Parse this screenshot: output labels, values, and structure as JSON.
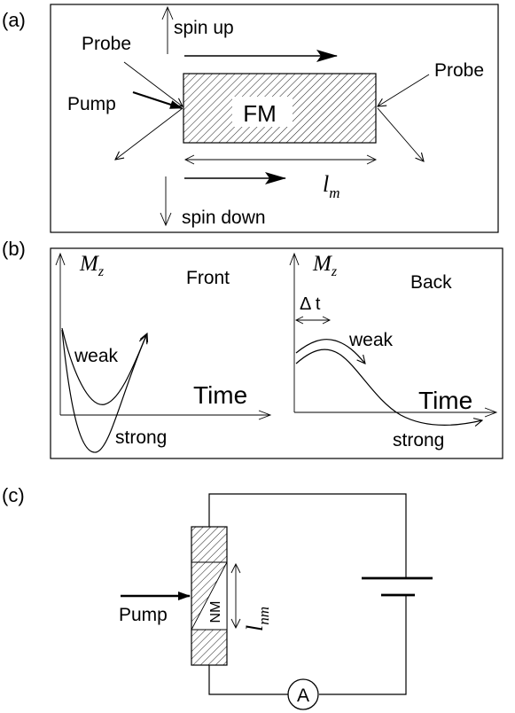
{
  "panels": {
    "a": {
      "tag": "(a)",
      "spin_up": "spin up",
      "spin_down": "spin down",
      "probe_left": "Probe",
      "probe_right": "Probe",
      "pump": "Pump",
      "block": "FM",
      "length_symbol": "l",
      "length_sub": "m"
    },
    "b": {
      "tag": "(b)",
      "front": {
        "axis_symbol": "M",
        "axis_sub": "z",
        "title": "Front",
        "weak": "weak",
        "strong": "strong",
        "time": "Time"
      },
      "back": {
        "axis_symbol": "M",
        "axis_sub": "z",
        "title": "Back",
        "delay": "Δ t",
        "weak": "weak",
        "strong": "strong",
        "time": "Time"
      }
    },
    "c": {
      "tag": "(c)",
      "pump": "Pump",
      "layer": "NM",
      "length_symbol": "l",
      "length_sub": "nm",
      "ammeter": "A"
    }
  }
}
